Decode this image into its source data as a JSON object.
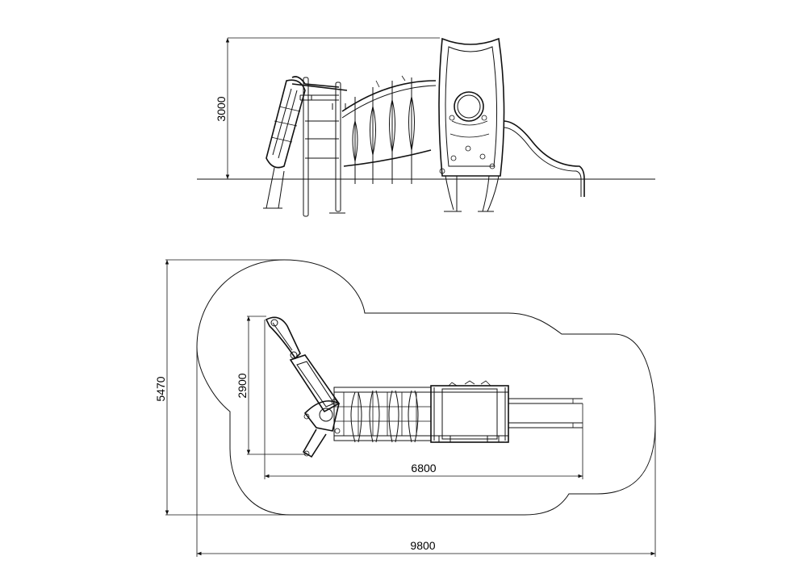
{
  "dimensions": {
    "elevation_height": "3000",
    "plan_depth_inner": "2900",
    "plan_depth_outer": "5470",
    "plan_length_inner": "6800",
    "plan_length_outer": "9800"
  }
}
